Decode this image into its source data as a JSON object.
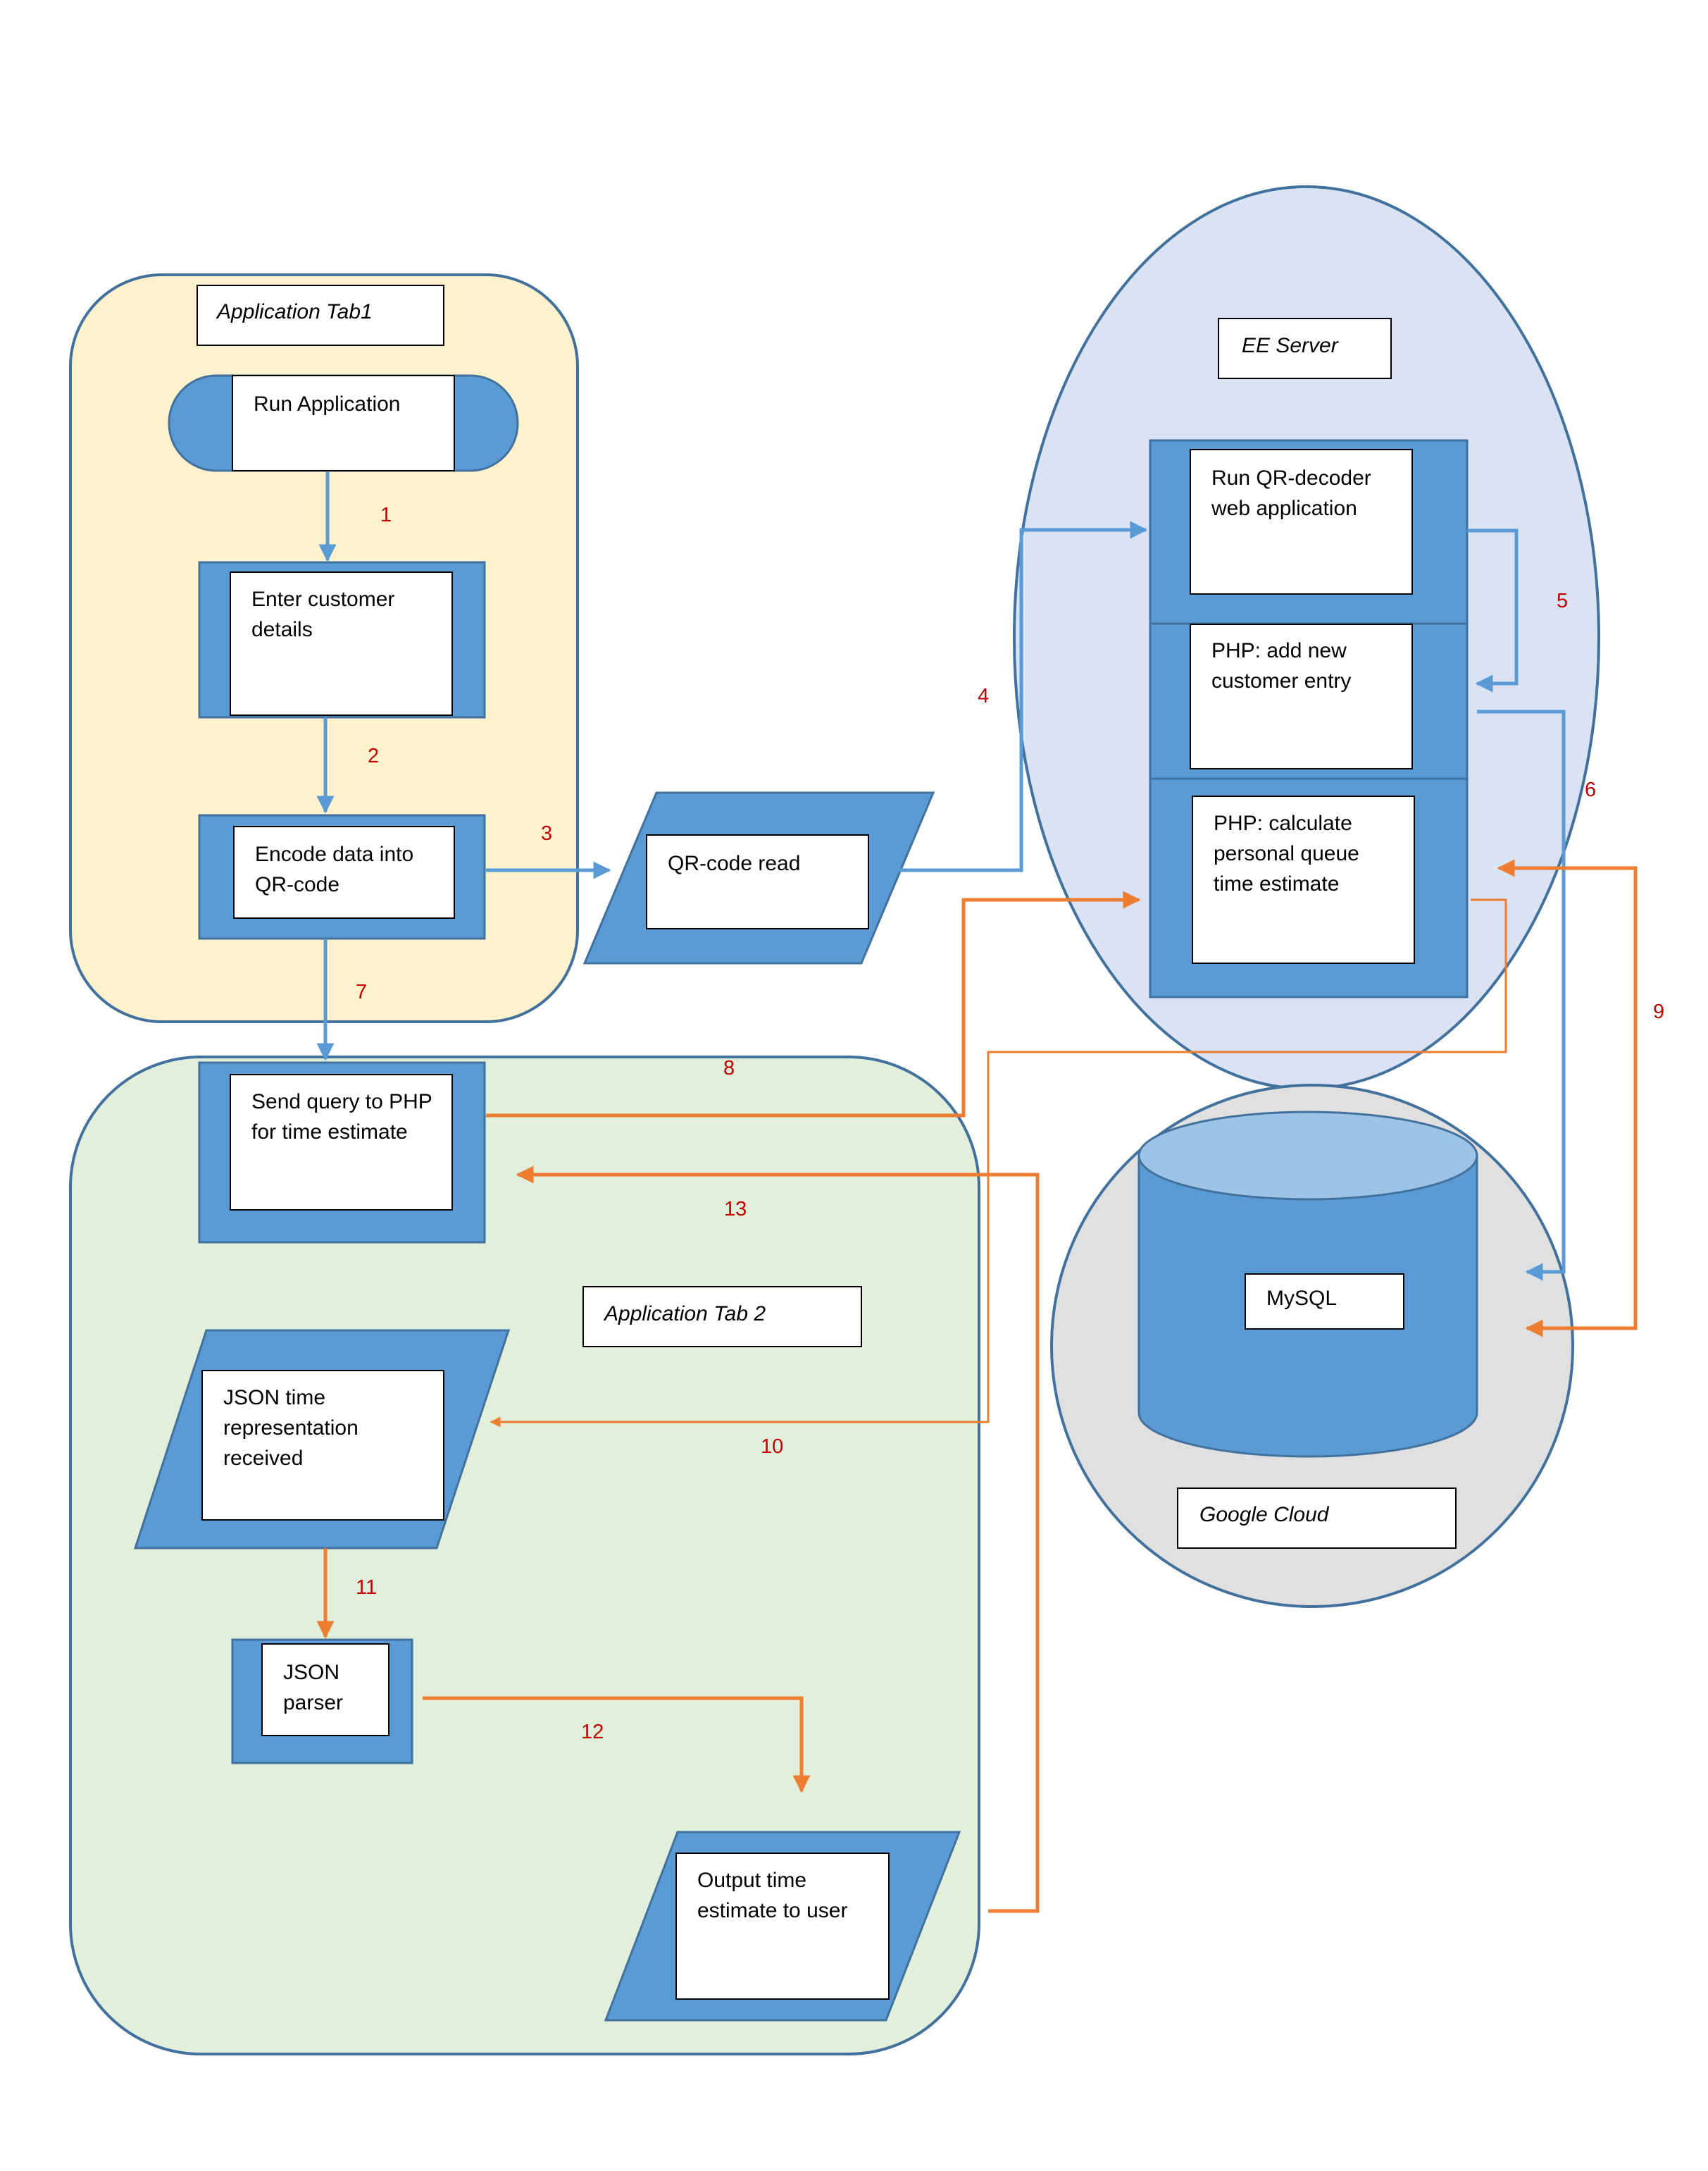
{
  "regions": {
    "app_tab1": "Application Tab1",
    "app_tab2": "Application Tab 2",
    "ee_server": "EE Server",
    "google_cloud": "Google Cloud"
  },
  "nodes": {
    "run_application": "Run Application",
    "enter_customer_details": [
      "Enter customer",
      "details"
    ],
    "encode_qr": [
      "Encode data into",
      "QR-code"
    ],
    "qr_code_read": "QR-code read",
    "run_qr_decoder": [
      "Run QR-decoder",
      "web application"
    ],
    "php_add_customer": [
      "PHP: add new",
      "customer entry"
    ],
    "php_calculate": [
      "PHP: calculate",
      "personal queue",
      "time estimate"
    ],
    "mysql": "MySQL",
    "send_query": [
      "Send query to PHP",
      "for time estimate"
    ],
    "json_received": [
      "JSON time",
      "representation",
      "received"
    ],
    "json_parser": [
      "JSON",
      "parser"
    ],
    "output_estimate": [
      "Output time",
      "estimate to user"
    ]
  },
  "steps": [
    "1",
    "2",
    "3",
    "4",
    "5",
    "6",
    "7",
    "8",
    "9",
    "10",
    "11",
    "12",
    "13"
  ],
  "colors": {
    "tab1_fill": "#fff2cc",
    "tab2_fill": "#e2efda",
    "server_fill": "#dae3f3",
    "cloud_fill": "#e0e0e0",
    "region_stroke": "#41719c",
    "shape_fill": "#5b9bd5",
    "shape_stroke": "#41719c",
    "flow_blue": "#5b9bd5",
    "flow_orange": "#ed7d31",
    "step_red": "#c00000"
  }
}
